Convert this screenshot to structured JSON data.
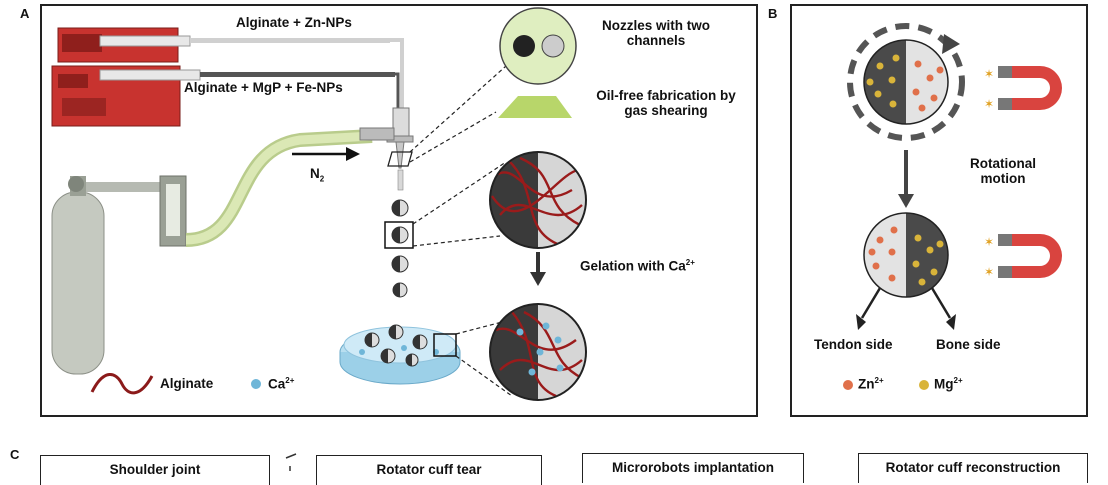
{
  "panel_a": {
    "letter": "A",
    "label_zn": "Alginate + Zn-NPs",
    "label_mgp": "Alginate + MgP + Fe-NPs",
    "label_n2": "N",
    "label_n2_sub": "2",
    "nozzles_line1": "Nozzles with two",
    "nozzles_line2": "channels",
    "oilfree_line1": "Oil-free fabrication by",
    "oilfree_line2": "gas shearing",
    "gelation": "Gelation with Ca",
    "gelation_sup": "2+",
    "legend_alginate": "Alginate",
    "legend_ca": "Ca",
    "legend_ca_sup": "2+"
  },
  "panel_b": {
    "letter": "B",
    "rotational_line1": "Rotational",
    "rotational_line2": "motion",
    "tendon_side": "Tendon side",
    "bone_side": "Bone side",
    "legend_zn": "Zn",
    "legend_zn_sup": "2+",
    "legend_mg": "Mg",
    "legend_mg_sup": "2+"
  },
  "panel_c": {
    "letter": "C",
    "box1": "Shoulder joint",
    "box2": "Rotator cuff tear",
    "box3": "Microrobots implantation",
    "box4": "Rotator cuff reconstruction"
  },
  "colors": {
    "zn_color": "#e0704a",
    "mg_color": "#d9b43a",
    "ca_color": "#6fb6d8",
    "alginate_color": "#8b1a1a",
    "tube_color": "#d8e6b0",
    "magnet_red": "#d9443f"
  }
}
